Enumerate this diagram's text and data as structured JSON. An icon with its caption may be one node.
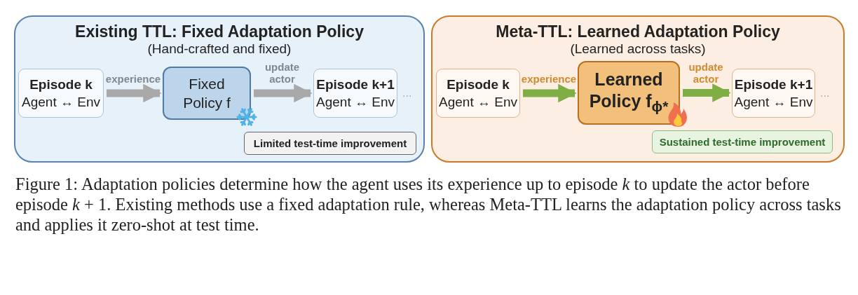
{
  "diagram": {
    "caption": "Figure 1: Adaptation policies determine how the agent uses its experience up to episode *k* to update the actor before episode *k* + 1. Existing methods use a fixed adaptation rule, whereas Meta-TTL learns the adaptation policy across tasks and applies it zero-shot at test time.",
    "nodes": [
      {
        "text": [
          "Existing TTL: Fixed Adaptation Policy",
          "(Hand-crafted and fixed)"
        ]
      },
      {
        "text": [
          "Episode k",
          "Agent ↔ Env"
        ],
        "in": 0
      },
      {
        "text": [
          "Fixed Policy f"
        ],
        "in": 0
      },
      {
        "text": [
          "Episode k+1",
          "Agent ↔ Env"
        ],
        "in": 0,
        "beside": [
          "..."
        ]
      },
      {
        "text": [
          "Limited test-time improvement"
        ],
        "in": 0
      },
      {
        "text": [
          "Meta-TTL: Learned Adaptation Policy",
          "(Learned across tasks)"
        ]
      },
      {
        "text": [
          "Episode k",
          "Agent ↔ Env"
        ],
        "in": 5
      },
      {
        "text": [
          "Learned Policy f$_{ϕ*}$"
        ],
        "in": 5
      },
      {
        "text": [
          "Episode k+1",
          "Agent ↔ Env"
        ],
        "in": 5,
        "beside": [
          "..."
        ]
      },
      {
        "text": [
          "Sustained test-time improvement"
        ],
        "in": 5
      }
    ],
    "edges": [
      {
        "from": 1,
        "to": 2,
        "arrow": "to",
        "label": "experience",
        "color": "#a8a8a8"
      },
      {
        "from": 2,
        "to": 3,
        "arrow": "to",
        "label": "update actor",
        "color": "#a8a8a8"
      },
      {
        "from": 6,
        "to": 7,
        "arrow": "to",
        "label": "experience",
        "color": "#7fae45"
      },
      {
        "from": 7,
        "to": 8,
        "arrow": "to",
        "label": "update actor",
        "color": "#7fae45"
      }
    ]
  }
}
